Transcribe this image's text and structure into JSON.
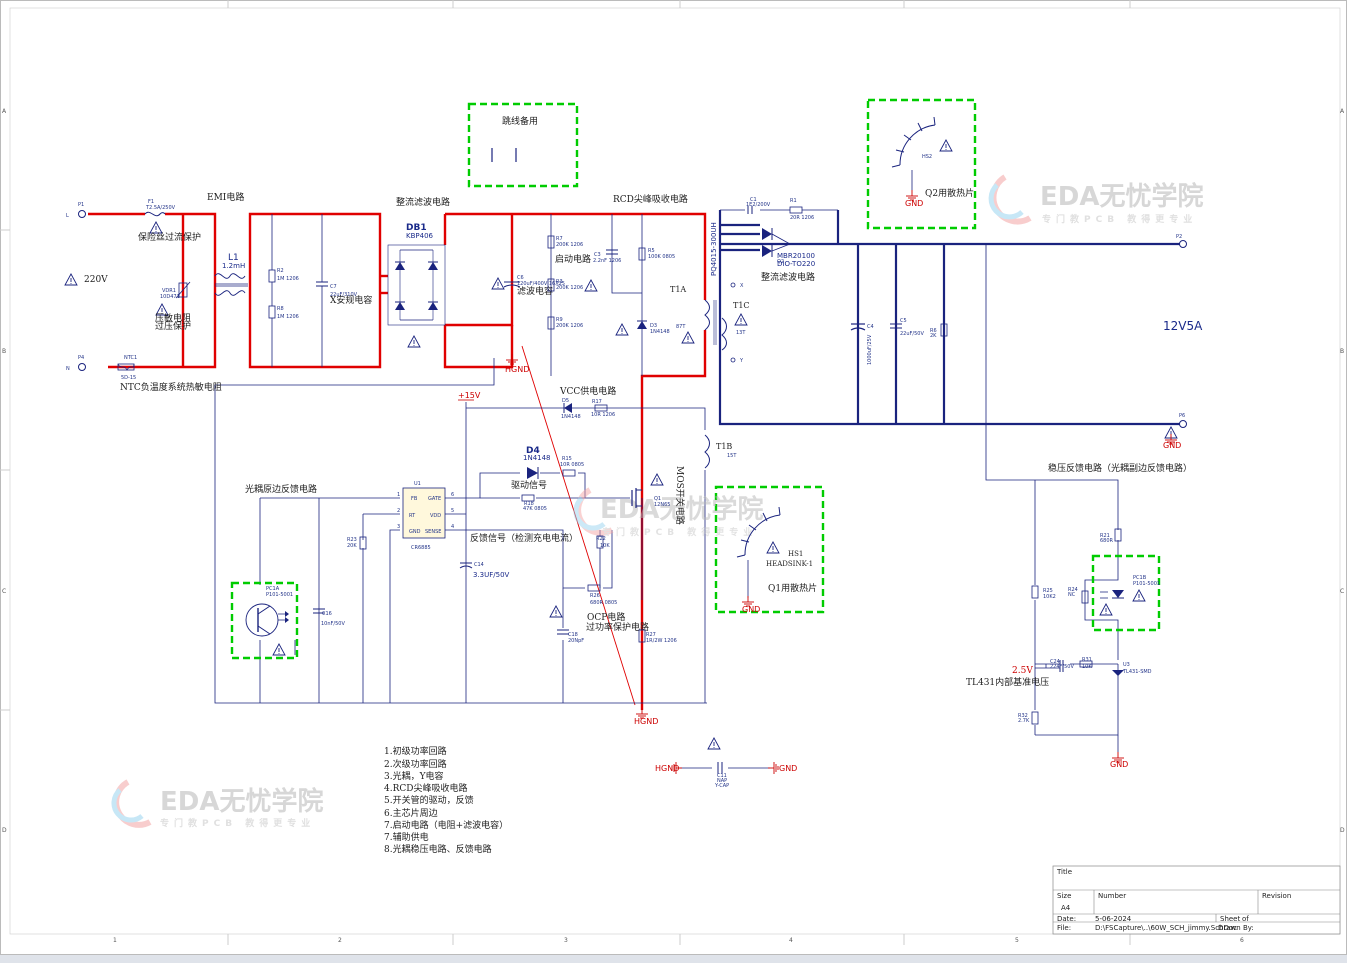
{
  "colors": {
    "power_wire": "#e00000",
    "dc_wire": "#1a237e",
    "signal_wire": "#1a237e",
    "highlight_box": "#00cc00",
    "label": "#1a2a8a"
  },
  "border": {
    "cols": [
      "1",
      "2",
      "3",
      "4",
      "5",
      "6"
    ],
    "rows": [
      "A",
      "B",
      "C",
      "D"
    ]
  },
  "sections": {
    "emi": "EMI电路",
    "rectifier": "整流滤波电路",
    "rcd": "RCD尖峰吸收电路",
    "jumper": "跳线备用",
    "q2_heatsink": "Q2用散热片",
    "secondary_rect": "整流滤波电路",
    "vcc": "VCC供电电路",
    "start": "启动电路",
    "optocoupler_primary": "光耦原边反馈电路",
    "feedback_secondary": "稳压反馈电路（光耦副边反馈电路）",
    "drive_signal": "驱动信号",
    "feedback_signal": "反馈信号（检测充电电流）",
    "mos": "MOS开关电路",
    "ocp": "OCP电路",
    "ocp_sub": "过功率保护电路",
    "q1_heatsink": "Q1用散热片",
    "tl431_ref": "TL431内部基准电压",
    "vref": "2.5V"
  },
  "components": {
    "p1": "P1",
    "l_in": "L",
    "n_in": "N",
    "p4": "P4",
    "f1": "F1",
    "f1_val": "T2.5A/250V",
    "f1_note": "保险丝过流保护",
    "vdr": "VDR1",
    "vdr_val": "10D471",
    "vdr_note1": "压敏电阻",
    "vdr_note2": "过压保护",
    "ntc": "NTC1",
    "ntc_val": "5D-15",
    "ntc_note": "NTC负温度系统热敏电阻",
    "ac": "220V",
    "l1": "L1",
    "l1_val": "1.2mH",
    "r2": "R2",
    "r2_val": "1M 1206",
    "r8": "R8",
    "r8_val": "1M 1206",
    "c7": "C7",
    "c7_val": "22uF/310V",
    "c7_note": "X安规电容",
    "db1": "DB1",
    "db1_val": "KBP406",
    "c6": "C6",
    "c6_val": "120uF/400V 16X25",
    "c6_note": "滤波电容",
    "r7": "R7",
    "r7_val": "200K 1206",
    "r3": "R3",
    "r3_val": "200K 1206",
    "r9": "R9",
    "r9_val": "200K 1206",
    "c3": "C3",
    "c3_val": "2.2nF 1206",
    "r5": "R5",
    "r5_val": "100K 0805",
    "d3": "D3",
    "d3_val": "1N4148",
    "t1a": "T1A",
    "t1a_turns": "87T",
    "t1b": "T1B",
    "t1b_turns": "15T",
    "t1c": "T1C",
    "t1c_turns": "13T",
    "core": "PQ4015-300UH",
    "c1": "C1",
    "c1_val": "1E2/200V",
    "r1": "R1",
    "r1_val": "20R 1206",
    "q2": "Q2",
    "q2_val": "MBR20100",
    "q2_pkg": "DIO-TO220",
    "c4": "C4",
    "c4_val": "1000uF/25V",
    "c5": "C5",
    "c5_val": "22uF/50V",
    "r6": "R6",
    "r6_val": "2K",
    "p2": "P2",
    "p6": "P6",
    "output": "12V5A",
    "gnd": "GND",
    "hgnd": "HGND",
    "hs2": "HS2",
    "hs1": "HS1",
    "hs1_val": "HEADSINK-1",
    "d5": "D5",
    "d5_val": "1N4148",
    "r17": "R17",
    "r17_val": "10R 1206",
    "v15": "+15V",
    "d4": "D4",
    "d4_val": "1N4148",
    "r15": "R15",
    "r15_val": "10R 0805",
    "r18": "R18",
    "r18_val": "47K 0805",
    "u1": "U1",
    "u1_val": "CR6885",
    "u1_fb": "FB",
    "u1_rt": "RT",
    "u1_gnd": "GND",
    "u1_gate": "GATE",
    "u1_vdd": "VDD",
    "u1_sense": "SENSE",
    "u1_p1": "1",
    "u1_p2": "2",
    "u1_p3": "3",
    "u1_p4": "4",
    "u1_p5": "5",
    "u1_p6": "6",
    "r23": "R23",
    "r23_val": "20K",
    "c14": "C14",
    "c14_val": "3.3UF/50V",
    "q1": "Q1",
    "q1_val": "12N65",
    "r22": "R22",
    "r22_val": "10K",
    "r26": "R26",
    "r26_val": "680R 0805",
    "c18": "C18",
    "c18_val": "20NpF",
    "r27": "R27",
    "r27_val": "1R/2W 1206",
    "c16": "C16",
    "c16_val": "10nF/50V",
    "pc1a": "PC1A",
    "pc1a_val": "P101-5001",
    "pc1b": "PC1B",
    "pc1b_val": "P101-5001",
    "r21": "R21",
    "r21_val": "680R",
    "r25": "R25",
    "r25_val": "10K2",
    "r24": "R24",
    "r24_val": "NC",
    "c24": "C24",
    "c24_val": "224F/50V",
    "r31": "R31",
    "r31_val": "10K",
    "u3": "U3",
    "u3_val": "TL431-SMD",
    "r32": "R32",
    "r32_val": "2.7K",
    "c11": "C11",
    "c11_val": "NAP",
    "c11_note": "Y-CAP"
  },
  "notes": [
    "1.初级功率回路",
    "2.次级功率回路",
    "3.光耦，Y电容",
    "4.RCD尖峰吸收电路",
    "5.开关管的驱动，反馈",
    "6.主芯片周边",
    "7.启动电路（电阻+滤波电容）",
    "7.辅助供电",
    "8.光耦稳压电路、反馈电路"
  ],
  "watermark": {
    "title": "EDA无忧学院",
    "subtitle": "专门教PCB 教得更专业"
  },
  "title_block": {
    "title": "Title",
    "size_label": "Size",
    "size": "A4",
    "number_label": "Number",
    "revision_label": "Revision",
    "date_label": "Date:",
    "date": "5-06-2024",
    "sheet_label": "Sheet",
    "of_label": "of",
    "file_label": "File:",
    "file": "D:\\FSCapture\\..\\60W_SCH_jimmy.SchDoc",
    "drawn_label": "Drawn By:"
  }
}
